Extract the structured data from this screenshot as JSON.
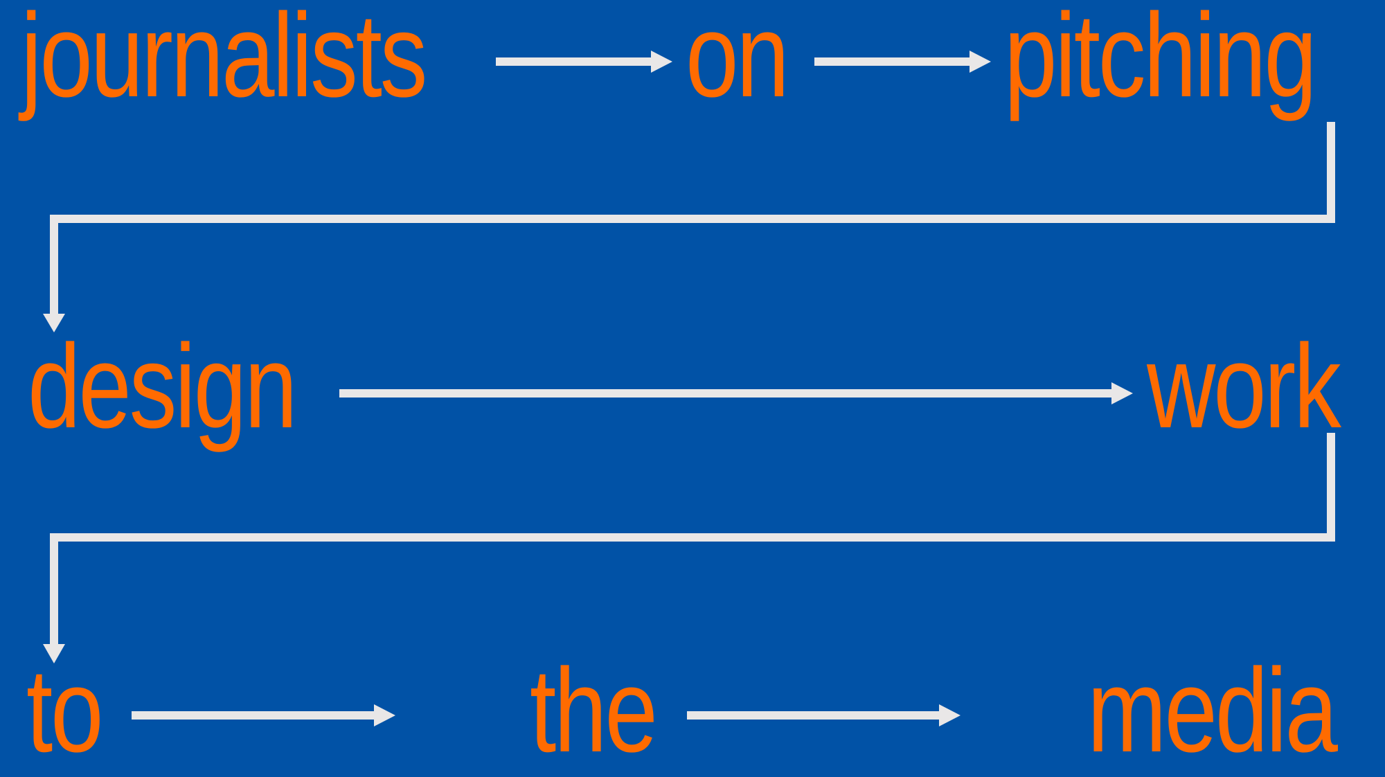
{
  "colors": {
    "background": "#0152A6",
    "word": "#FF6B00",
    "arrow": "#E9E7E7"
  },
  "rows": [
    {
      "words": [
        {
          "text": "journalists"
        },
        {
          "text": "on"
        },
        {
          "text": "pitching"
        }
      ]
    },
    {
      "words": [
        {
          "text": "design"
        },
        {
          "text": "work"
        }
      ]
    },
    {
      "words": [
        {
          "text": "to"
        },
        {
          "text": "the"
        },
        {
          "text": "media"
        }
      ]
    }
  ],
  "flow_sentence": "journalists on pitching design work to the media"
}
